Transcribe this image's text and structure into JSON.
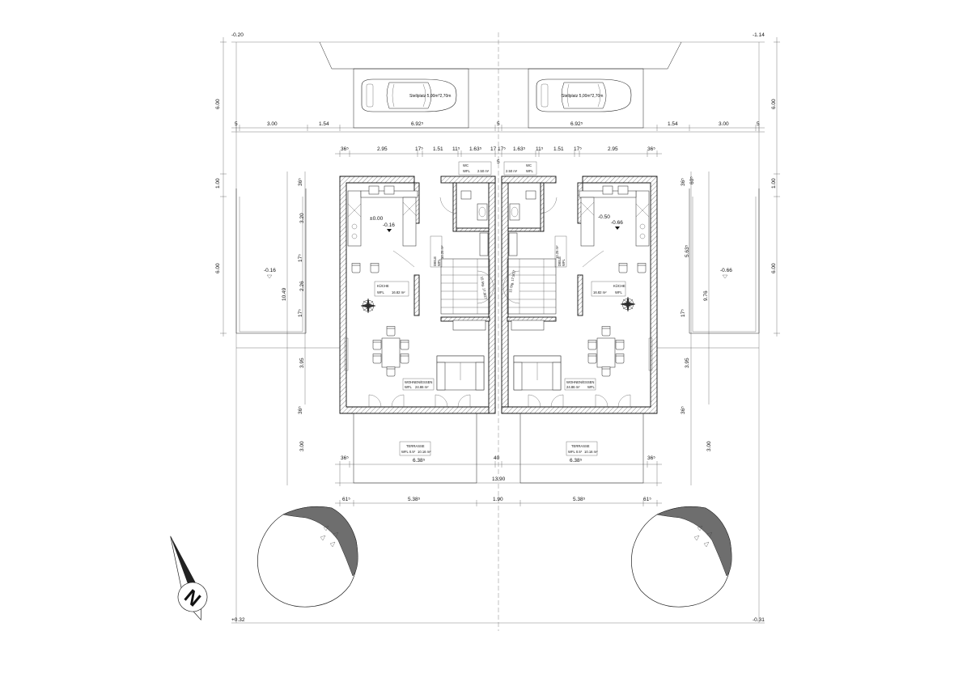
{
  "elevations": {
    "top_left": "-0.20",
    "top_right": "-1.14",
    "bottom_left": "+0.32",
    "bottom_right": "-0.31",
    "left_garden": "-0.16",
    "right_garden": "-0.66",
    "left_floor_a": "±0.00",
    "left_floor_b": "-0.16",
    "right_floor_a": "-0.50",
    "right_floor_b": "-0.66"
  },
  "parking": {
    "left_label": "Stellplatz 5,00m*2,70m",
    "right_label": "Stellplatz 5,00m*2,70m"
  },
  "rooms": {
    "wc_left": "WC",
    "wc_left_area": "2.50 m²",
    "wc_left_code": "WFL",
    "wc_right": "WC",
    "wc_right_area": "2.50 m²",
    "wc_right_code": "WFL",
    "diele_left": "DIELE",
    "diele_left_code": "WFL",
    "diele_left_area": "10.25 m²",
    "diele_right": "DIELE",
    "diele_right_code": "WFL",
    "diele_right_area": "10.25 m²",
    "kueche_left": "KÜCHE",
    "kueche_left_area": "16.82 m²",
    "kueche_left_code": "WFL",
    "kueche_right": "KÜCHE",
    "kueche_right_area": "16.82 m²",
    "kueche_right_code": "WFL",
    "wohnen_left": "WOHNEN/ESSEN",
    "wohnen_left_area": "24.86 m²",
    "wohnen_left_code": "WFL",
    "wohnen_right": "WOHNEN/ESSEN",
    "wohnen_right_area": "24.86 m²",
    "wohnen_right_code": "WFL",
    "terrasse_left": "TERRASSE",
    "terrasse_left_area": "10.16 m²",
    "terrasse_left_code": "WFL 0.5*",
    "terrasse_right": "TERRASSE",
    "terrasse_right_area": "10.16 m²",
    "terrasse_right_code": "WFL 0.5*"
  },
  "dimensions": {
    "top_row": [
      "5",
      "3.00",
      "1.54",
      "6.92⁵",
      "5",
      "6.92⁵",
      "1.54",
      "3.00",
      "5"
    ],
    "house_row": [
      "36⁵",
      "2.95",
      "17⁵",
      "1.51",
      "11⁵",
      "1.63⁵",
      "17",
      "17⁵",
      "1.63⁵",
      "11⁵",
      "1.51",
      "17⁵",
      "2.95",
      "36⁵"
    ],
    "house_row_center_small": "5",
    "left_vertical": [
      "6.00",
      "1.00",
      "6.00"
    ],
    "right_vertical": [
      "6.00",
      "1.00",
      "6.00"
    ],
    "left_inner": [
      "36⁵",
      "3.20",
      "17⁵",
      "2.26",
      "17⁵",
      "3.95",
      "36⁵",
      "3.00"
    ],
    "left_total": "10.49",
    "right_inner": [
      "36⁵",
      "60⁵",
      "5.63⁵",
      "17⁵",
      "3.95",
      "36⁵",
      "3.00"
    ],
    "right_total": "9.76",
    "terrace_row": [
      "36⁵",
      "6.38⁵",
      "40",
      "6.38⁵",
      "36⁵"
    ],
    "total_width": "13.90",
    "garden_row": [
      "61⁵",
      "5.38⁵",
      "1.90",
      "5.38⁵",
      "61⁵"
    ]
  },
  "stair": {
    "left_label": "15 Stg. 17.9/27",
    "right_label": "15 Stg. 17.9/27"
  },
  "north_arrow": {
    "label": "N",
    "icon": "north-arrow-icon"
  },
  "colors": {
    "line": "#222222",
    "hatch": "#555555",
    "tree_shade": "#6e6e6e"
  }
}
